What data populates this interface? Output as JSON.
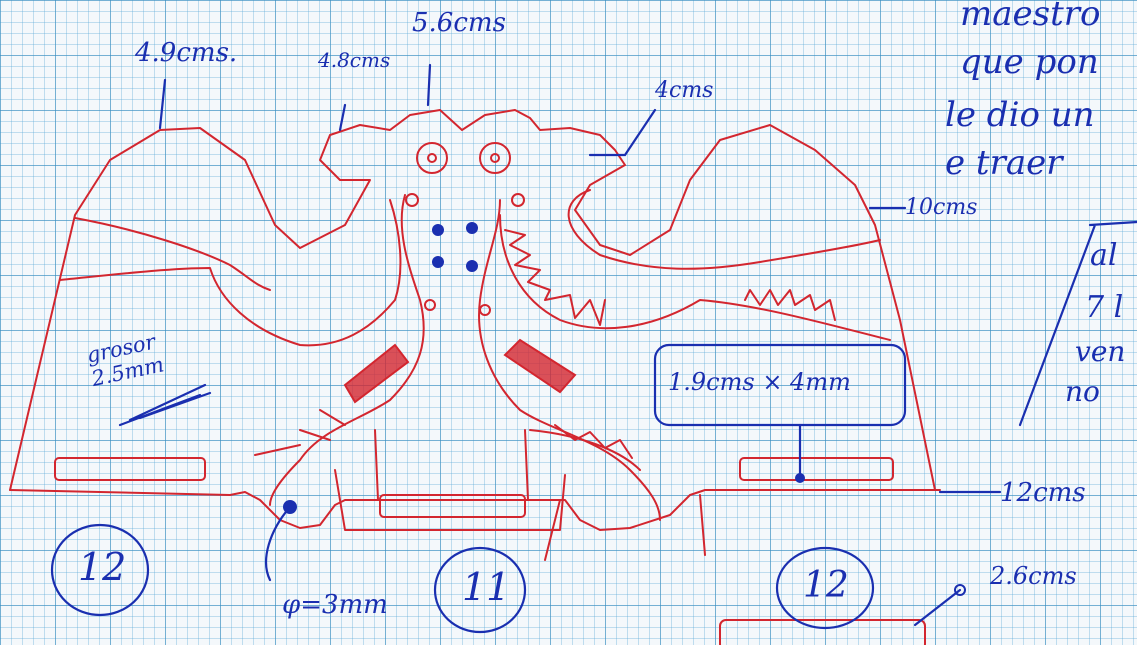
{
  "colors": {
    "ink_red": "#d3262f",
    "ink_blue": "#1a2fb0",
    "grid": "#4a9fcf"
  },
  "annotations": {
    "top_left_height": "4.9cms.",
    "left_ear_height": "4.8cms",
    "center_height": "5.6cms",
    "right_ear_height": "4cms",
    "right_width": "10cms",
    "thickness": "grosor 2.5mm",
    "slot_size": "1.9cms × 4mm",
    "hole_diameter": "φ=3mm",
    "bottom_width": "12cms",
    "right_small": "2.6cms"
  },
  "labels": {
    "left_piece": "12",
    "center_piece": "11",
    "right_piece": "12"
  },
  "margin_notes": {
    "line1": "maestro",
    "line2": "que pon",
    "line3": "le dio un",
    "line4": "e traer",
    "side1": "al",
    "side2": "7 l",
    "side3": "ven",
    "side4": "no"
  }
}
